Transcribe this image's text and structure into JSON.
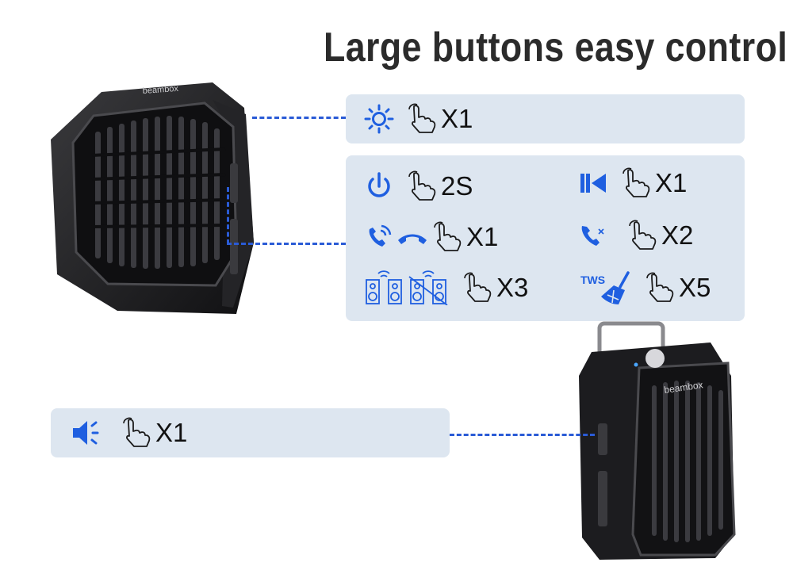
{
  "headline": "Large buttons easy control",
  "brand": "beambox",
  "panels": {
    "top": {
      "entries": [
        {
          "icon": "light-icon",
          "action": "X1"
        }
      ]
    },
    "middle": {
      "entries": [
        {
          "icon": "power-icon",
          "action": "2S"
        },
        {
          "icon": "previous-track-icon",
          "action": "X1"
        },
        {
          "icon": "answer-hangup-call-icon",
          "action": "X1"
        },
        {
          "icon": "reject-call-icon",
          "action": "X2"
        },
        {
          "icon": "speaker-pairing-icon",
          "action": "X3"
        },
        {
          "icon": "tws-clear-icon",
          "badge": "TWS",
          "action": "X5"
        }
      ]
    },
    "bottom": {
      "entries": [
        {
          "icon": "volume-icon",
          "action": "X1"
        }
      ]
    }
  },
  "colors": {
    "accent": "#1f5fe0",
    "panel": "#dde6f0",
    "dash": "#2a5bd6",
    "device": "#1b1b1d"
  }
}
